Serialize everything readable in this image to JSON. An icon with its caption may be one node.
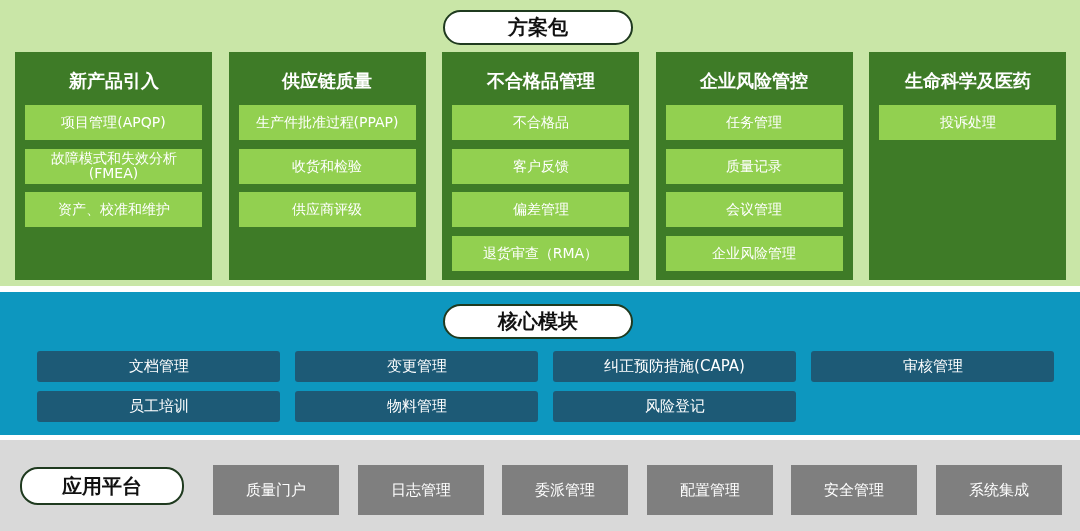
{
  "diagram": {
    "nodes": [
      {
        "text": [
          "方案包"
        ]
      },
      {
        "text": [
          "新产品引入"
        ],
        "in": 0
      },
      {
        "text": [
          "项目管理(APQP)"
        ],
        "in": 1
      },
      {
        "text": [
          "故障模式和失效分析(FMEA)"
        ],
        "in": 1
      },
      {
        "text": [
          "资产、校准和维护"
        ],
        "in": 1
      },
      {
        "text": [
          "供应链质量"
        ],
        "in": 0
      },
      {
        "text": [
          "生产件批准过程(PPAP)"
        ],
        "in": 5
      },
      {
        "text": [
          "收货和检验"
        ],
        "in": 5
      },
      {
        "text": [
          "供应商评级"
        ],
        "in": 5
      },
      {
        "text": [
          "不合格品管理"
        ],
        "in": 0
      },
      {
        "text": [
          "不合格品"
        ],
        "in": 9
      },
      {
        "text": [
          "客户反馈"
        ],
        "in": 9
      },
      {
        "text": [
          "偏差管理"
        ],
        "in": 9
      },
      {
        "text": [
          "退货审查（RMA）"
        ],
        "in": 9
      },
      {
        "text": [
          "企业风险管控"
        ],
        "in": 0
      },
      {
        "text": [
          "任务管理"
        ],
        "in": 14
      },
      {
        "text": [
          "质量记录"
        ],
        "in": 14
      },
      {
        "text": [
          "会议管理"
        ],
        "in": 14
      },
      {
        "text": [
          "企业风险管理"
        ],
        "in": 14
      },
      {
        "text": [
          "生命科学及医药"
        ],
        "in": 0
      },
      {
        "text": [
          "投诉处理"
        ],
        "in": 19
      },
      {
        "text": [
          "核心模块"
        ]
      },
      {
        "text": [
          "文档管理"
        ],
        "in": 21
      },
      {
        "text": [
          "变更管理"
        ],
        "in": 21
      },
      {
        "text": [
          "纠正预防措施(CAPA)"
        ],
        "in": 21
      },
      {
        "text": [
          "审核管理"
        ],
        "in": 21
      },
      {
        "text": [
          "员工培训"
        ],
        "in": 21
      },
      {
        "text": [
          "物料管理"
        ],
        "in": 21
      },
      {
        "text": [
          "风险登记"
        ],
        "in": 21
      },
      {
        "text": [
          "应用平台"
        ]
      },
      {
        "text": [
          "质量门户"
        ],
        "in": 29
      },
      {
        "text": [
          "日志管理"
        ],
        "in": 29
      },
      {
        "text": [
          "委派管理"
        ],
        "in": 29
      },
      {
        "text": [
          "配置管理"
        ],
        "in": 29
      },
      {
        "text": [
          "安全管理"
        ],
        "in": 29
      },
      {
        "text": [
          "系统集成"
        ],
        "in": 29
      }
    ],
    "edges": []
  }
}
